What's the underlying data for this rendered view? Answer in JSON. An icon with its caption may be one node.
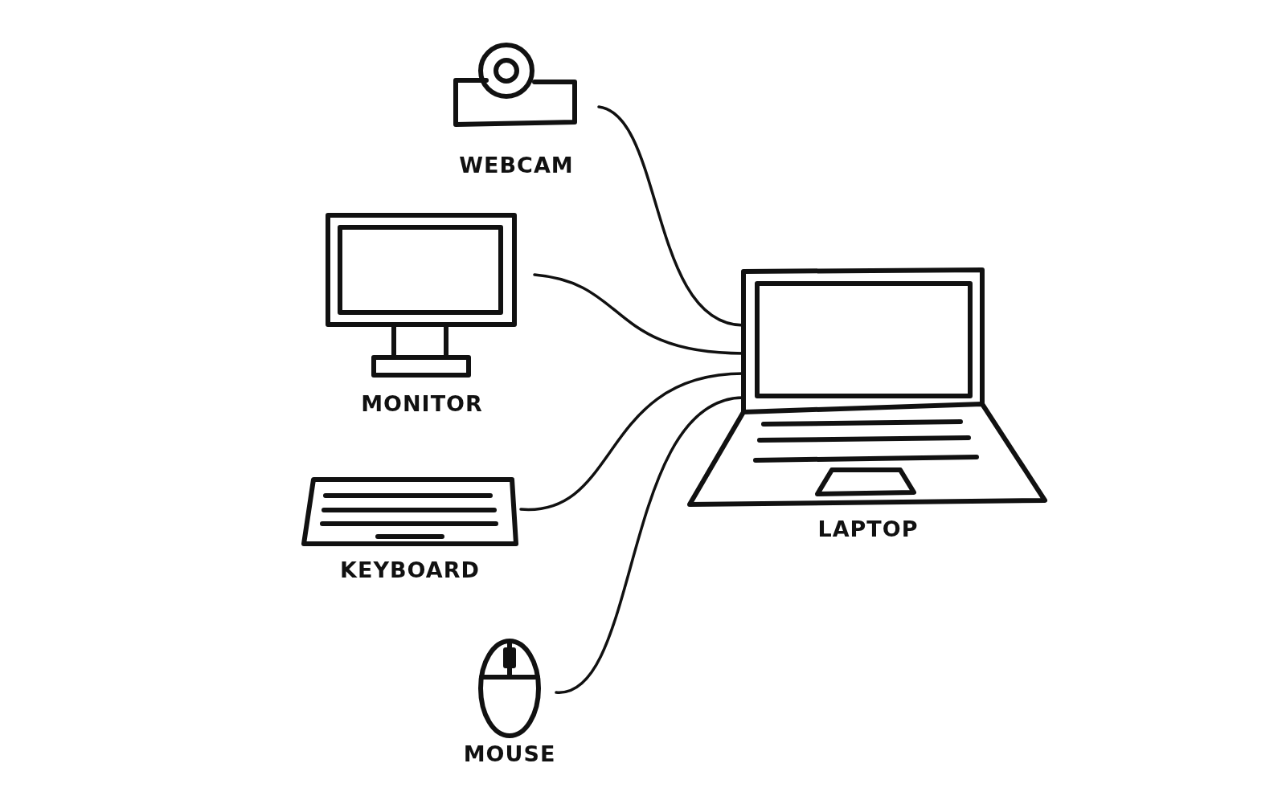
{
  "diagram": {
    "nodes": [
      {
        "text": [
          "WEBCAM"
        ]
      },
      {
        "text": [
          "MONITOR"
        ]
      },
      {
        "text": [
          "KEYBOARD"
        ]
      },
      {
        "text": [
          "MOUSE"
        ]
      },
      {
        "text": [
          "LAPTOP"
        ]
      }
    ],
    "edges": [
      {
        "from": 0,
        "to": 4,
        "arrow": "none"
      },
      {
        "from": 1,
        "to": 4,
        "arrow": "none"
      },
      {
        "from": 2,
        "to": 4,
        "arrow": "none"
      },
      {
        "from": 3,
        "to": 4,
        "arrow": "none"
      }
    ]
  }
}
